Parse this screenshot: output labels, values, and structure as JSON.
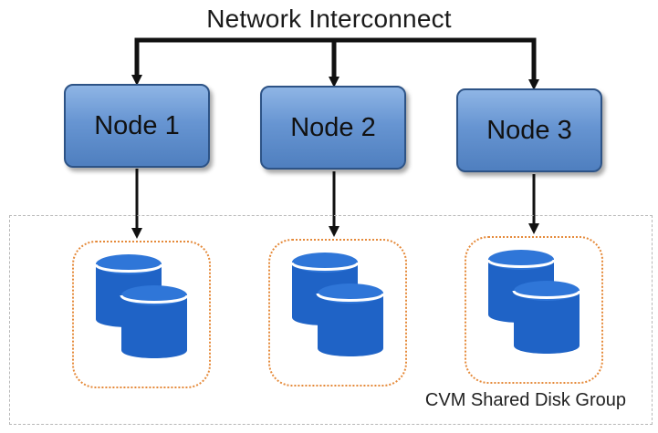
{
  "title": "Network Interconnect",
  "nodes": [
    {
      "label": "Node 1"
    },
    {
      "label": "Node 2"
    },
    {
      "label": "Node 3"
    }
  ],
  "shared_group_label": "CVM Shared Disk Group",
  "colors": {
    "node_fill": "#6f9bd7",
    "node_border": "#2d5386",
    "disk_fill": "#1f63c6",
    "disk_top": "#2f76d8",
    "group_border": "#e58a3a",
    "arrow": "#111111",
    "dashed_border": "#b8b8b8"
  },
  "icons": {
    "disk": "disk-stack-icon",
    "arrow": "arrow-down-icon"
  }
}
